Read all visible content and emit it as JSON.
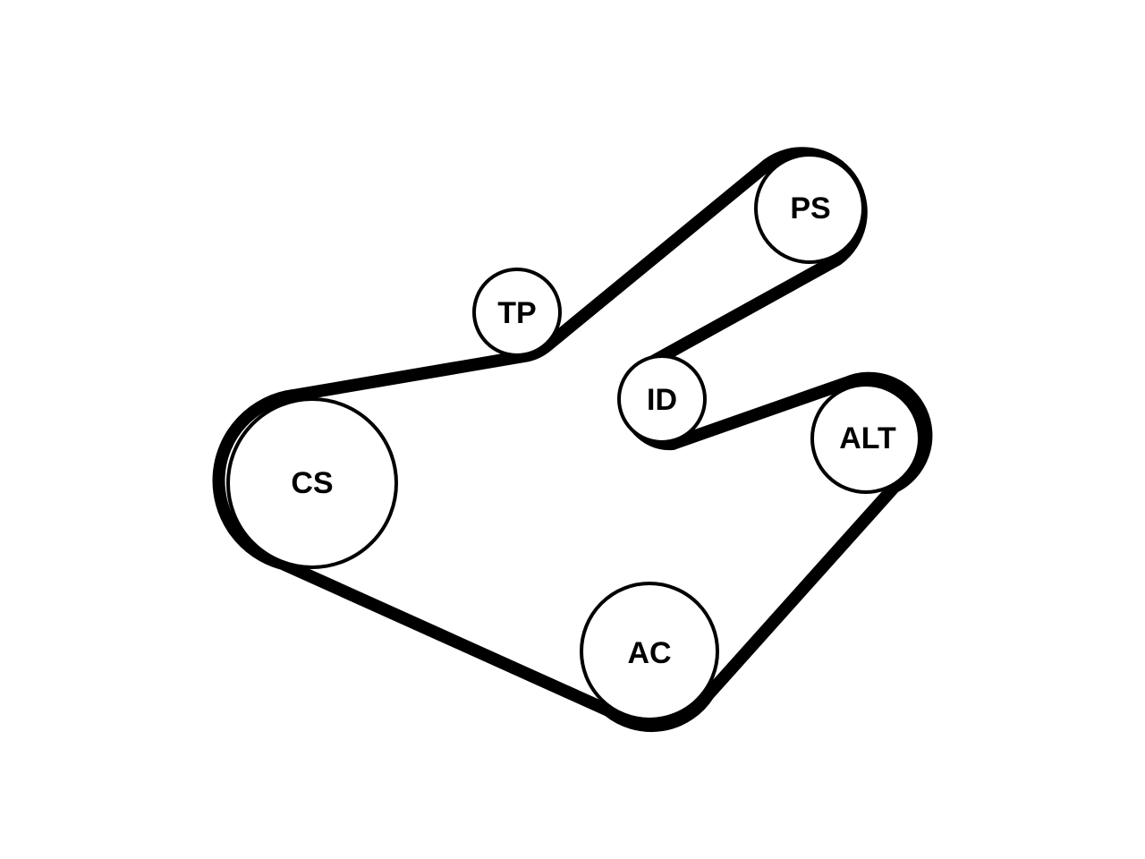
{
  "diagram": {
    "kind": "serpentine belt routing",
    "colors": {
      "belt": "#000000",
      "pulley_outline": "#000000",
      "pulley_fill": "#ffffff",
      "label": "#000000",
      "background": "#ffffff"
    },
    "pulleys": [
      {
        "id": "cs",
        "label": "CS"
      },
      {
        "id": "tp",
        "label": "TP"
      },
      {
        "id": "ps",
        "label": "PS"
      },
      {
        "id": "id",
        "label": "ID"
      },
      {
        "id": "alt",
        "label": "ALT"
      },
      {
        "id": "ac",
        "label": "AC"
      }
    ]
  }
}
